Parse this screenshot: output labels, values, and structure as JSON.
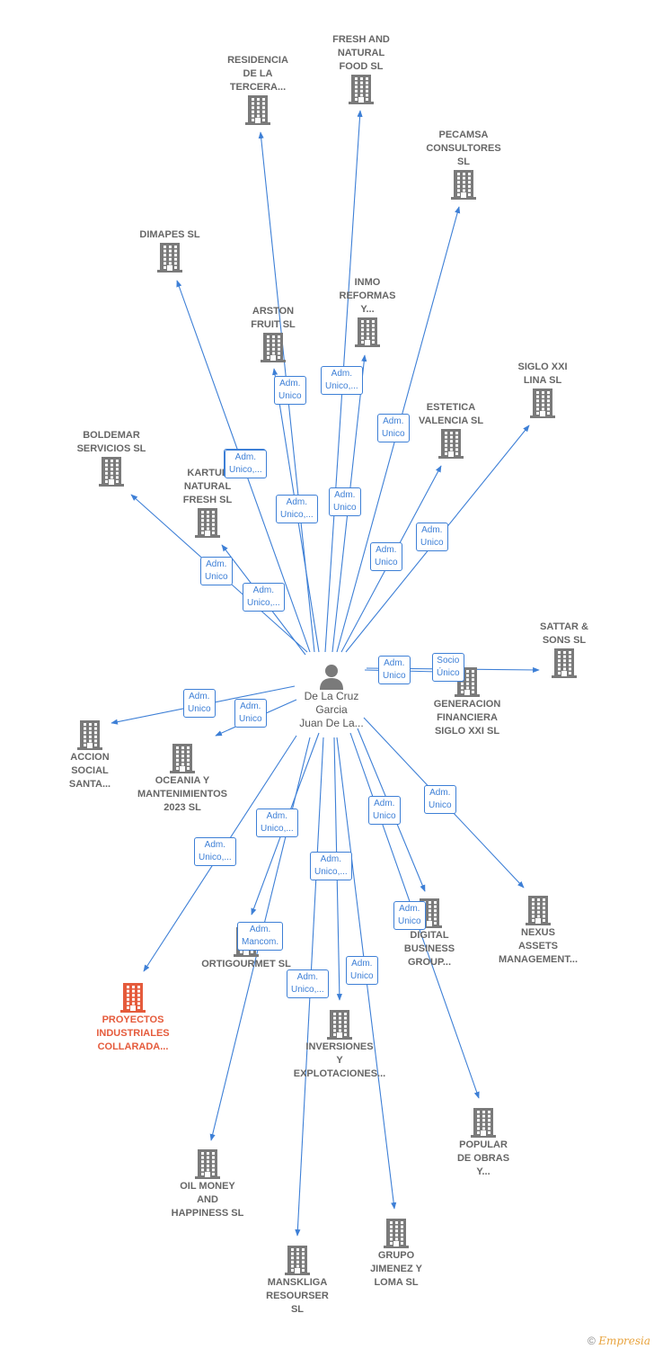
{
  "center": {
    "name": "De La Cruz\nGarcia\nJuan De La..."
  },
  "nodes": [
    {
      "id": "residencia",
      "label": "RESIDENCIA\nDE LA\nTERCERA...",
      "highlight": false
    },
    {
      "id": "fresh",
      "label": "FRESH AND\nNATURAL\nFOOD  SL",
      "highlight": false
    },
    {
      "id": "pecamsa",
      "label": "PECAMSA\nCONSULTORES\nSL",
      "highlight": false
    },
    {
      "id": "dimapes",
      "label": "DIMAPES  SL",
      "highlight": false
    },
    {
      "id": "inmo",
      "label": "INMO\nREFORMAS\nY...",
      "highlight": false
    },
    {
      "id": "arston",
      "label": "ARSTON\nFRUIT  SL",
      "highlight": false
    },
    {
      "id": "siglo_lina",
      "label": "SIGLO XXI\nLINA SL",
      "highlight": false
    },
    {
      "id": "estetica",
      "label": "ESTETICA\nVALENCIA  SL",
      "highlight": false
    },
    {
      "id": "boldemar",
      "label": "BOLDEMAR\nSERVICIOS SL",
      "highlight": false
    },
    {
      "id": "kartul",
      "label": "KARTUL\nNATURAL\nFRESH  SL",
      "highlight": false
    },
    {
      "id": "sattar",
      "label": "SATTAR &\nSONS  SL",
      "highlight": false
    },
    {
      "id": "generacion",
      "label": "GENERACION\nFINANCIERA\nSIGLO XXI SL",
      "highlight": false
    },
    {
      "id": "accion",
      "label": "ACCION\nSOCIAL\nSANTA...",
      "highlight": false
    },
    {
      "id": "oceania",
      "label": "OCEANIA Y\nMANTENIMIENTOS\n2023  SL",
      "highlight": false
    },
    {
      "id": "nexus",
      "label": "NEXUS\nASSETS\nMANAGEMENT...",
      "highlight": false
    },
    {
      "id": "digital",
      "label": "DIGITAL\nBUSINESS\nGROUP...",
      "highlight": false
    },
    {
      "id": "ortigourmet",
      "label": "ORTIGOURMET SL",
      "highlight": false
    },
    {
      "id": "proyectos",
      "label": "PROYECTOS\nINDUSTRIALES\nCOLLARADA...",
      "highlight": true
    },
    {
      "id": "inversiones",
      "label": "INVERSIONES\nY\nEXPLOTACIONES...",
      "highlight": false
    },
    {
      "id": "popular",
      "label": "POPULAR\nDE OBRAS\nY...",
      "highlight": false
    },
    {
      "id": "oilmoney",
      "label": "OIL MONEY\nAND\nHAPPINESS  SL",
      "highlight": false
    },
    {
      "id": "grupo",
      "label": "GRUPO\nJIMENEZ Y\nLOMA  SL",
      "highlight": false
    },
    {
      "id": "mansk",
      "label": "MANSKLIGA\nRESOURSER\nSL",
      "highlight": false
    }
  ],
  "edge_labels": [
    {
      "id": "e_residencia",
      "text": "Adm.\nUnico,..."
    },
    {
      "id": "e_arston",
      "text": "Adm.\nUnico"
    },
    {
      "id": "e_inmo",
      "text": "Adm.\nUnico,..."
    },
    {
      "id": "e_pecamsa",
      "text": "Adm.\nUnico"
    },
    {
      "id": "e_fresh",
      "text": "Adm.\nUnico,..."
    },
    {
      "id": "e_dimapes",
      "text": "Adm.\nUnico,..."
    },
    {
      "id": "e_fresh2",
      "text": "Adm.\nUnico"
    },
    {
      "id": "e_estetica",
      "text": "Adm.\nUnico"
    },
    {
      "id": "e_siglo",
      "text": "Adm.\nUnico"
    },
    {
      "id": "e_boldemar",
      "text": "Adm.\nUnico"
    },
    {
      "id": "e_kartul",
      "text": "Adm.\nUnico,..."
    },
    {
      "id": "e_generacion",
      "text": "Adm.\nUnico"
    },
    {
      "id": "e_sattar",
      "text": "Socio\nÚnico"
    },
    {
      "id": "e_accion",
      "text": "Adm.\nUnico"
    },
    {
      "id": "e_oceania",
      "text": "Adm.\nUnico"
    },
    {
      "id": "e_ortigourmet",
      "text": "Adm.\nUnico,..."
    },
    {
      "id": "e_proyectos",
      "text": "Adm.\nUnico,..."
    },
    {
      "id": "e_nexus",
      "text": "Adm.\nUnico"
    },
    {
      "id": "e_digital",
      "text": "Adm.\nUnico"
    },
    {
      "id": "e_inversiones",
      "text": "Adm.\nUnico,..."
    },
    {
      "id": "e_popular",
      "text": "Adm.\nUnico"
    },
    {
      "id": "e_oilmoney",
      "text": "Adm.\nMancom."
    },
    {
      "id": "e_mansk",
      "text": "Adm.\nUnico,..."
    },
    {
      "id": "e_grupo",
      "text": "Adm.\nUnico"
    }
  ],
  "footer": {
    "copyright": "©",
    "brand": "Empresia"
  },
  "colors": {
    "edge": "#3d7fd6",
    "building": "#7a7a7a",
    "highlight": "#e55b3c"
  }
}
